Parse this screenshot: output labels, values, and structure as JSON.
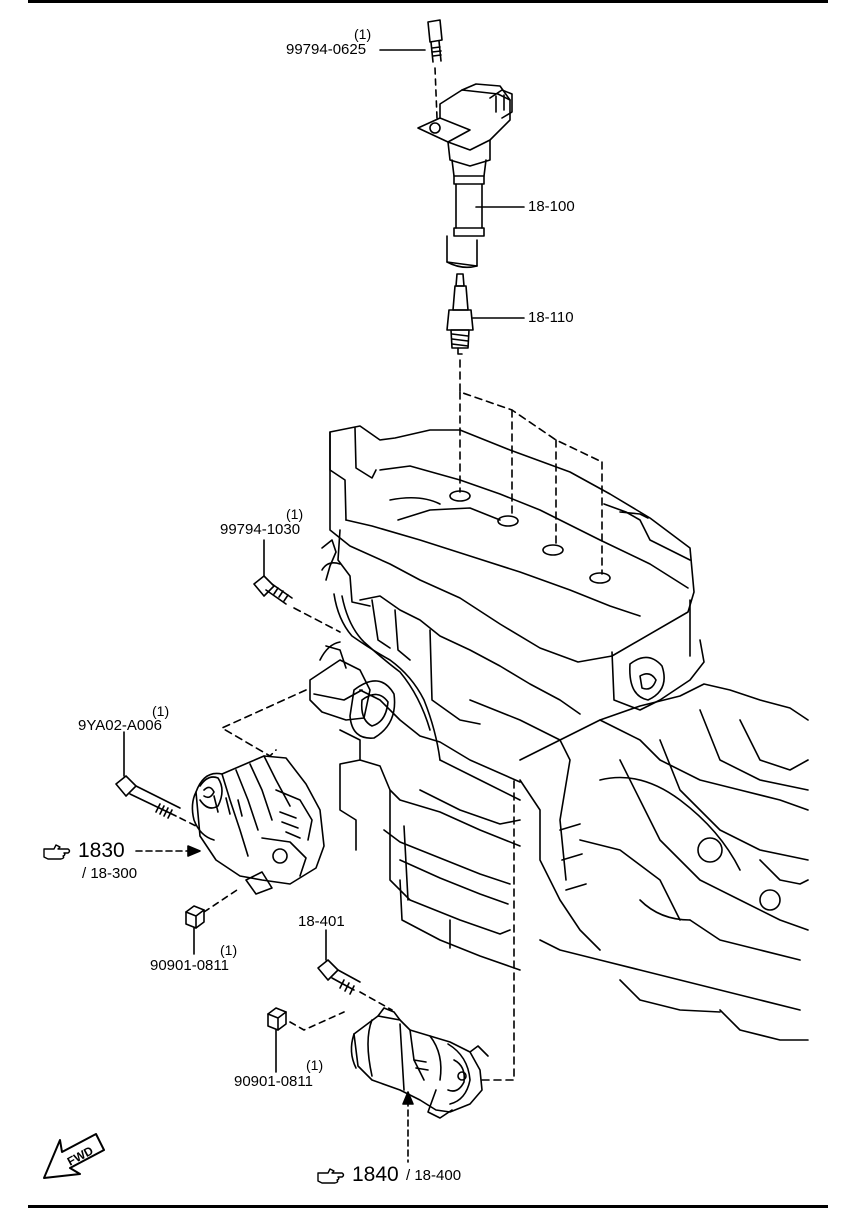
{
  "parts": {
    "bolt_top": {
      "number": "99794-0625",
      "qty": "(1)"
    },
    "coil": {
      "number": "18-100"
    },
    "plug": {
      "number": "18-110"
    },
    "bolt_mid": {
      "number": "99794-1030",
      "qty": "(1)"
    },
    "bolt_alt": {
      "number": "9YA02-A006",
      "qty": "(1)"
    },
    "nut_alt": {
      "number": "90901-0811",
      "qty": "(1)"
    },
    "bolt_start": {
      "number": "18-401"
    },
    "nut_start": {
      "number": "90901-0811",
      "qty": "(1)"
    }
  },
  "refs": {
    "alternator": {
      "fig": "1830",
      "section": "/ 18-300"
    },
    "starter": {
      "fig": "1840",
      "section": "/ 18-400"
    }
  },
  "fwd_label": "FWD"
}
